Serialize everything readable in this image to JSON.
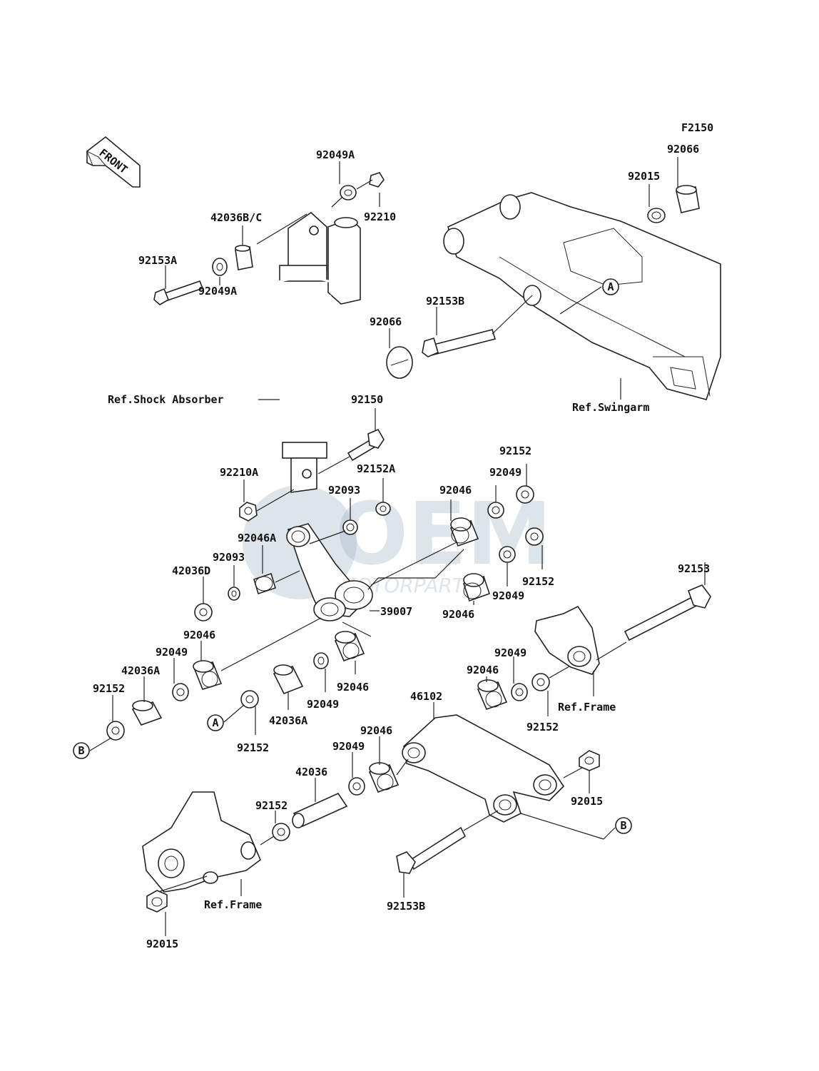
{
  "figure_code": "F2150",
  "front_label": "FRONT",
  "watermark": {
    "main": "OEM",
    "sub": "MOTORPARTS"
  },
  "markers": {
    "a": "A",
    "b": "B"
  },
  "labels": {
    "l_92049A_top": "92049A",
    "l_92210": "92210",
    "l_42036BC": "42036B/C",
    "l_92153A": "92153A",
    "l_92049A_left": "92049A",
    "l_ref_shock": "Ref.Shock Absorber",
    "l_92150": "92150",
    "l_92210A": "92210A",
    "l_92152A": "92152A",
    "l_92093_a": "92093",
    "l_92046_a": "92046",
    "l_92049_a": "92049",
    "l_92152_a": "92152",
    "l_92046A": "92046A",
    "l_92093_b": "92093",
    "l_42036D": "42036D",
    "l_39007": "39007",
    "l_92152_b": "92152",
    "l_92049_b": "92049",
    "l_92046_b": "92046",
    "l_92046_c": "92046",
    "l_92049_c": "92049",
    "l_42036A_a": "42036A",
    "l_92152_c": "92152",
    "l_92152_d": "92152",
    "l_42036A_b": "42036A",
    "l_92049_d": "92049",
    "l_92046_d": "92046",
    "l_92153": "92153",
    "l_92049_e": "92049",
    "l_92046_e": "92046",
    "l_ref_frame_r": "Ref.Frame",
    "l_92152_e": "92152",
    "l_46102": "46102",
    "l_92046_f": "92046",
    "l_92049_f": "92049",
    "l_42036": "42036",
    "l_92152_f": "92152",
    "l_92015_r": "92015",
    "l_ref_frame_l": "Ref.Frame",
    "l_92153B_bot": "92153B",
    "l_92015_bot": "92015",
    "l_92015_top": "92015",
    "l_92066_top": "92066",
    "l_92153B_mid": "92153B",
    "l_92066_mid": "92066",
    "l_ref_swingarm": "Ref.Swingarm"
  }
}
